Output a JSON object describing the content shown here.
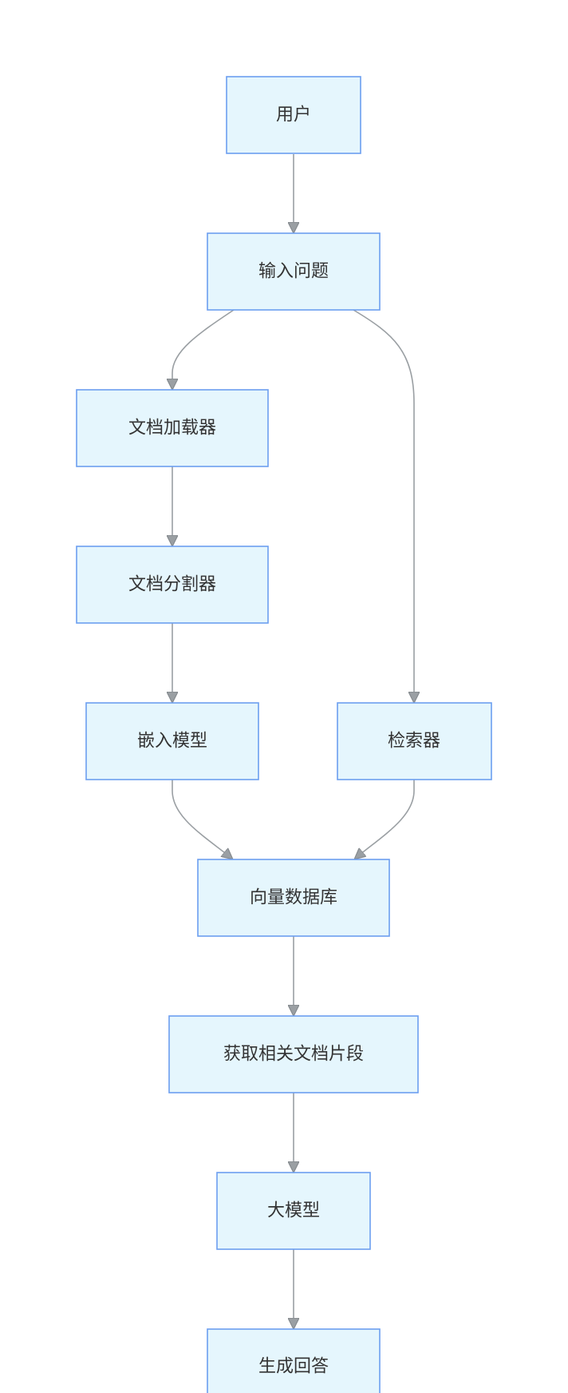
{
  "diagram": {
    "nodes": {
      "user": "用户",
      "input_question": "输入问题",
      "doc_loader": "文档加载器",
      "doc_splitter": "文档分割器",
      "embedding_model": "嵌入模型",
      "retriever": "检索器",
      "vector_db": "向量数据库",
      "fetch_chunks": "获取相关文档片段",
      "llm": "大模型",
      "generate_answer": "生成回答"
    },
    "edges": [
      {
        "from": "user",
        "to": "input_question"
      },
      {
        "from": "input_question",
        "to": "doc_loader"
      },
      {
        "from": "input_question",
        "to": "retriever"
      },
      {
        "from": "doc_loader",
        "to": "doc_splitter"
      },
      {
        "from": "doc_splitter",
        "to": "embedding_model"
      },
      {
        "from": "embedding_model",
        "to": "vector_db"
      },
      {
        "from": "retriever",
        "to": "vector_db"
      },
      {
        "from": "vector_db",
        "to": "fetch_chunks"
      },
      {
        "from": "fetch_chunks",
        "to": "llm"
      },
      {
        "from": "llm",
        "to": "generate_answer"
      }
    ],
    "colors": {
      "node_fill": "#e5f6fd",
      "node_border": "#6c9ef0",
      "edge": "#9a9fa3",
      "text": "#333333"
    }
  }
}
